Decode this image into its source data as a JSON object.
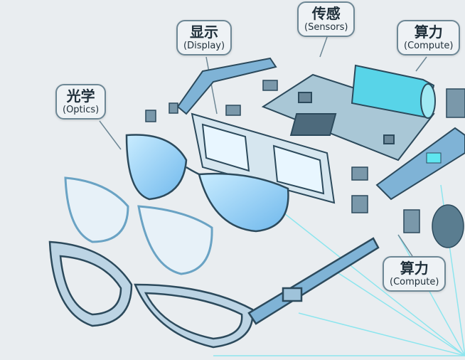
{
  "labels": {
    "optics": {
      "zh": "光学",
      "en": "(Optics)"
    },
    "display": {
      "zh": "显示",
      "en": "(Display)"
    },
    "sensors": {
      "zh": "传感",
      "en": "(Sensors)"
    },
    "compute_top": {
      "zh": "算力",
      "en": "(Compute)"
    },
    "compute_bottom": {
      "zh": "算力",
      "en": "(Compute)"
    }
  },
  "colors": {
    "background": "#e9edf0",
    "frame": "#5b9bc4",
    "lens": "#8fd0f0",
    "glow": "#5fe6f0",
    "outline": "#2c4a5c"
  }
}
